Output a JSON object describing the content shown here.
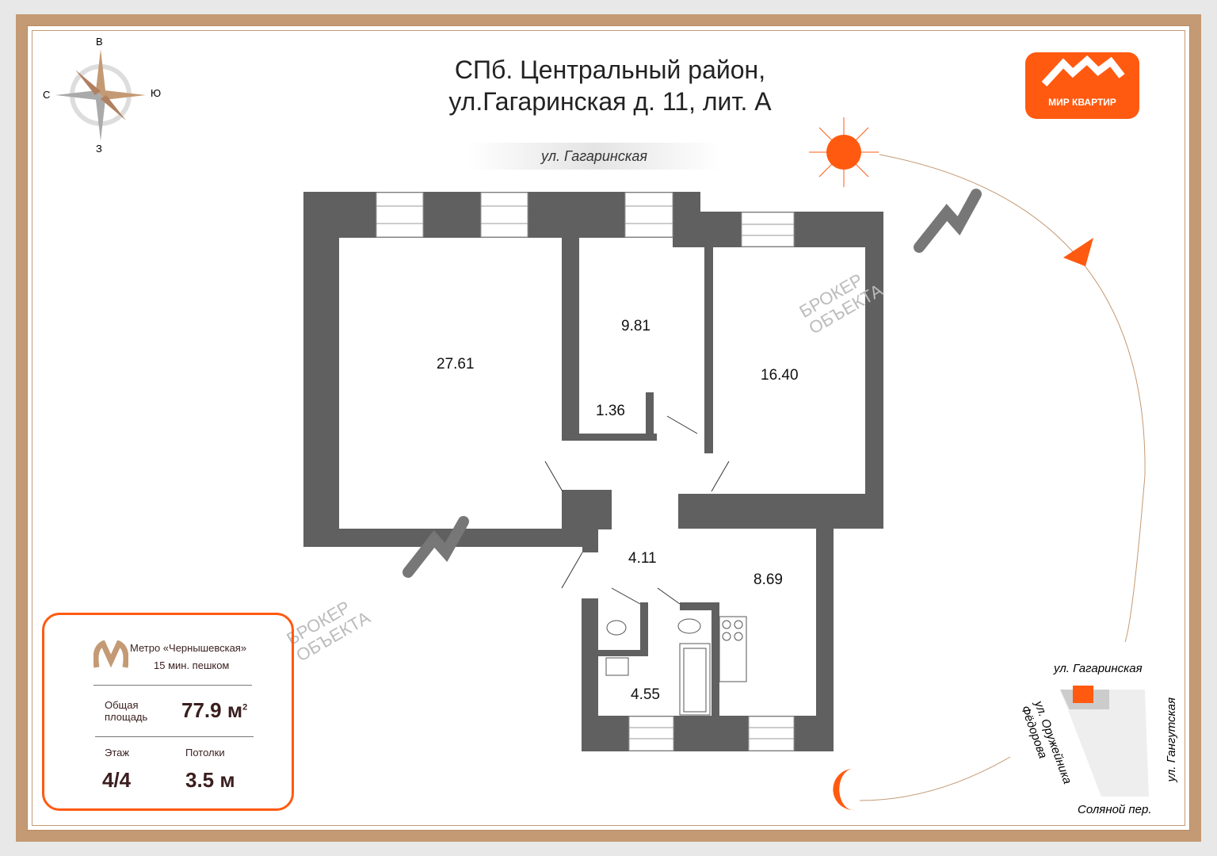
{
  "title": {
    "line1": "СПб. Центральный район,",
    "line2": "ул.Гагаринская д. 11, лит. А"
  },
  "street_label": "ул. Гагаринская",
  "logo": {
    "text": "МИР КВАРТИР",
    "color": "#ff5a10"
  },
  "compass": {
    "north": "В",
    "south": "З",
    "west": "С",
    "east": "Ю"
  },
  "rooms": [
    "27.61",
    "9.81",
    "1.36",
    "16.40",
    "4.11",
    "8.69",
    "4.55"
  ],
  "watermark": {
    "line1": "БРОКЕР",
    "line2": "ОБЪЕКТА"
  },
  "info": {
    "metro": "Метро «Чернышевская»",
    "walk": "15 мин. пешком",
    "area_label1": "Общая",
    "area_label2": "площадь",
    "area_value": "77.9 м",
    "area_sup": "2",
    "floor_label": "Этаж",
    "floor_value": "4/4",
    "ceiling_label": "Потолки",
    "ceiling_value": "3.5 м"
  },
  "site_map": {
    "north_street": "ул. Гагаринская",
    "west_street_1": "ул. Оружейника",
    "west_street_2": "Фёдорова",
    "east_street": "ул. Гангутская",
    "south_street": "Соляной пер."
  }
}
